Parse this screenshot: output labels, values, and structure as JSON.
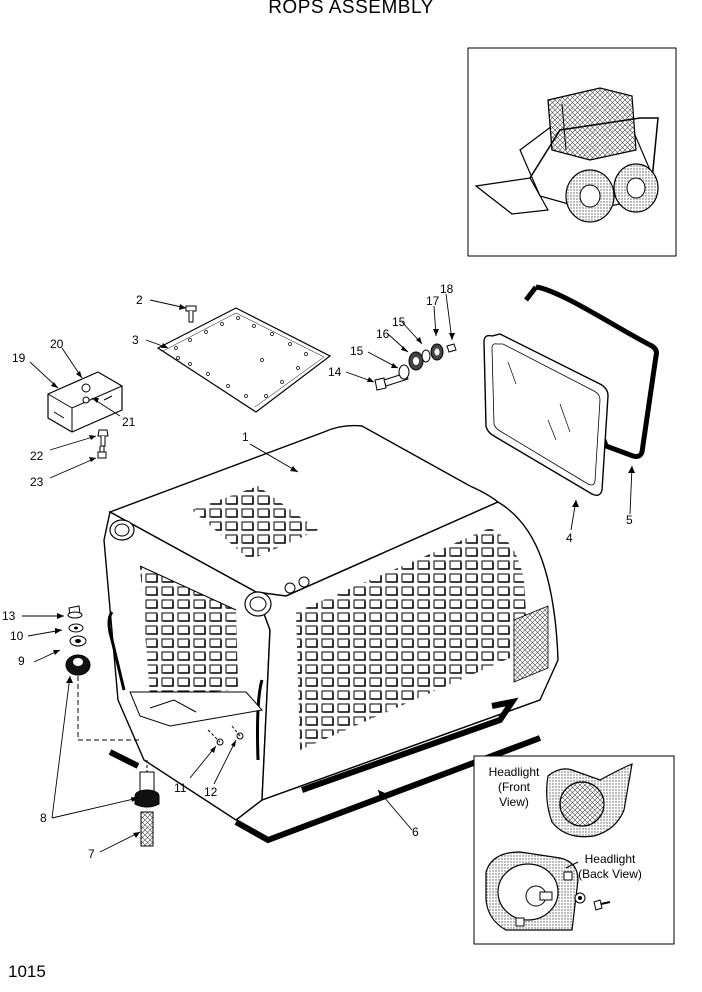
{
  "title": "ROPS ASSEMBLY",
  "page_number": "1015",
  "callouts": [
    {
      "num": "1"
    },
    {
      "num": "2"
    },
    {
      "num": "3"
    },
    {
      "num": "4"
    },
    {
      "num": "5"
    },
    {
      "num": "6"
    },
    {
      "num": "7"
    },
    {
      "num": "8"
    },
    {
      "num": "9"
    },
    {
      "num": "10"
    },
    {
      "num": "11"
    },
    {
      "num": "12"
    },
    {
      "num": "13"
    },
    {
      "num": "14"
    },
    {
      "num": "15"
    },
    {
      "num": "15"
    },
    {
      "num": "16"
    },
    {
      "num": "17"
    },
    {
      "num": "18"
    },
    {
      "num": "19"
    },
    {
      "num": "20"
    },
    {
      "num": "21"
    },
    {
      "num": "22"
    },
    {
      "num": "23"
    }
  ],
  "inset": {
    "front_caption": [
      "Headlight",
      "(Front",
      "View)"
    ],
    "back_caption": [
      "Headlight",
      "(Back View)"
    ]
  }
}
